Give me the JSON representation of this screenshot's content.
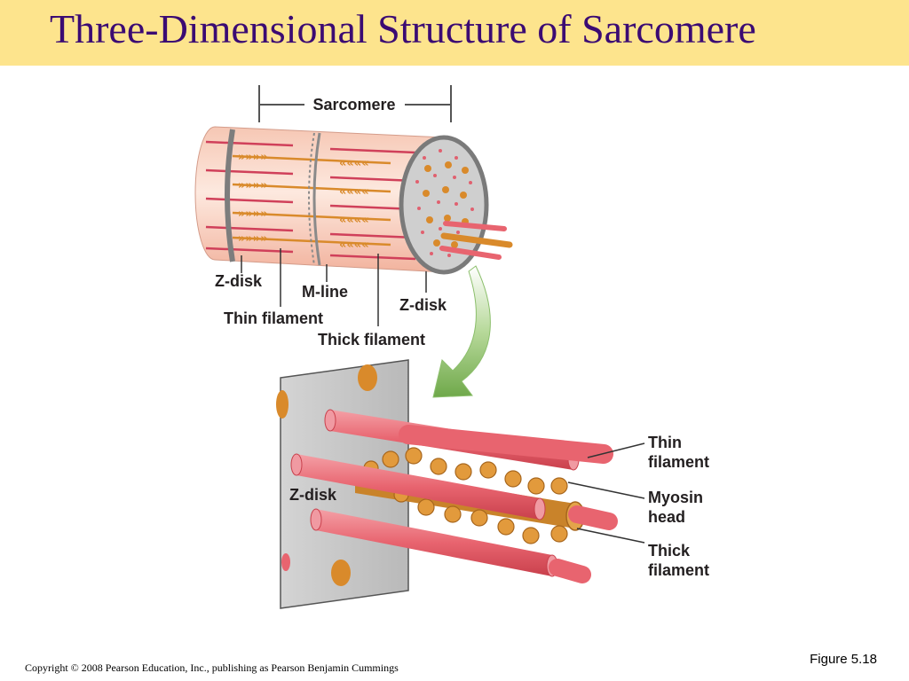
{
  "slide": {
    "title": "Three-Dimensional Structure of Sarcomere",
    "copyright": "Copyright © 2008 Pearson Education, Inc., publishing as Pearson Benjamin Cummings",
    "figure_ref": "Figure 5.18"
  },
  "diagram": {
    "top": {
      "sarcomere_label": "Sarcomere",
      "z_disk_left": "Z-disk",
      "m_line": "M-line",
      "z_disk_right": "Z-disk",
      "thin_filament": "Thin filament",
      "thick_filament": "Thick filament"
    },
    "bottom": {
      "z_disk": "Z-disk",
      "thin_filament_1": "Thin",
      "thin_filament_2": "filament",
      "myosin_head_1": "Myosin",
      "myosin_head_2": "head",
      "thick_filament_1": "Thick",
      "thick_filament_2": "filament"
    },
    "colors": {
      "title_band": "#fde48d",
      "title_text": "#3b0b73",
      "thin_filament": "#e8646f",
      "thick_filament": "#d98a2b",
      "z_disk_plate": "#c8c8c8",
      "arrow": "#7fb25a"
    }
  }
}
